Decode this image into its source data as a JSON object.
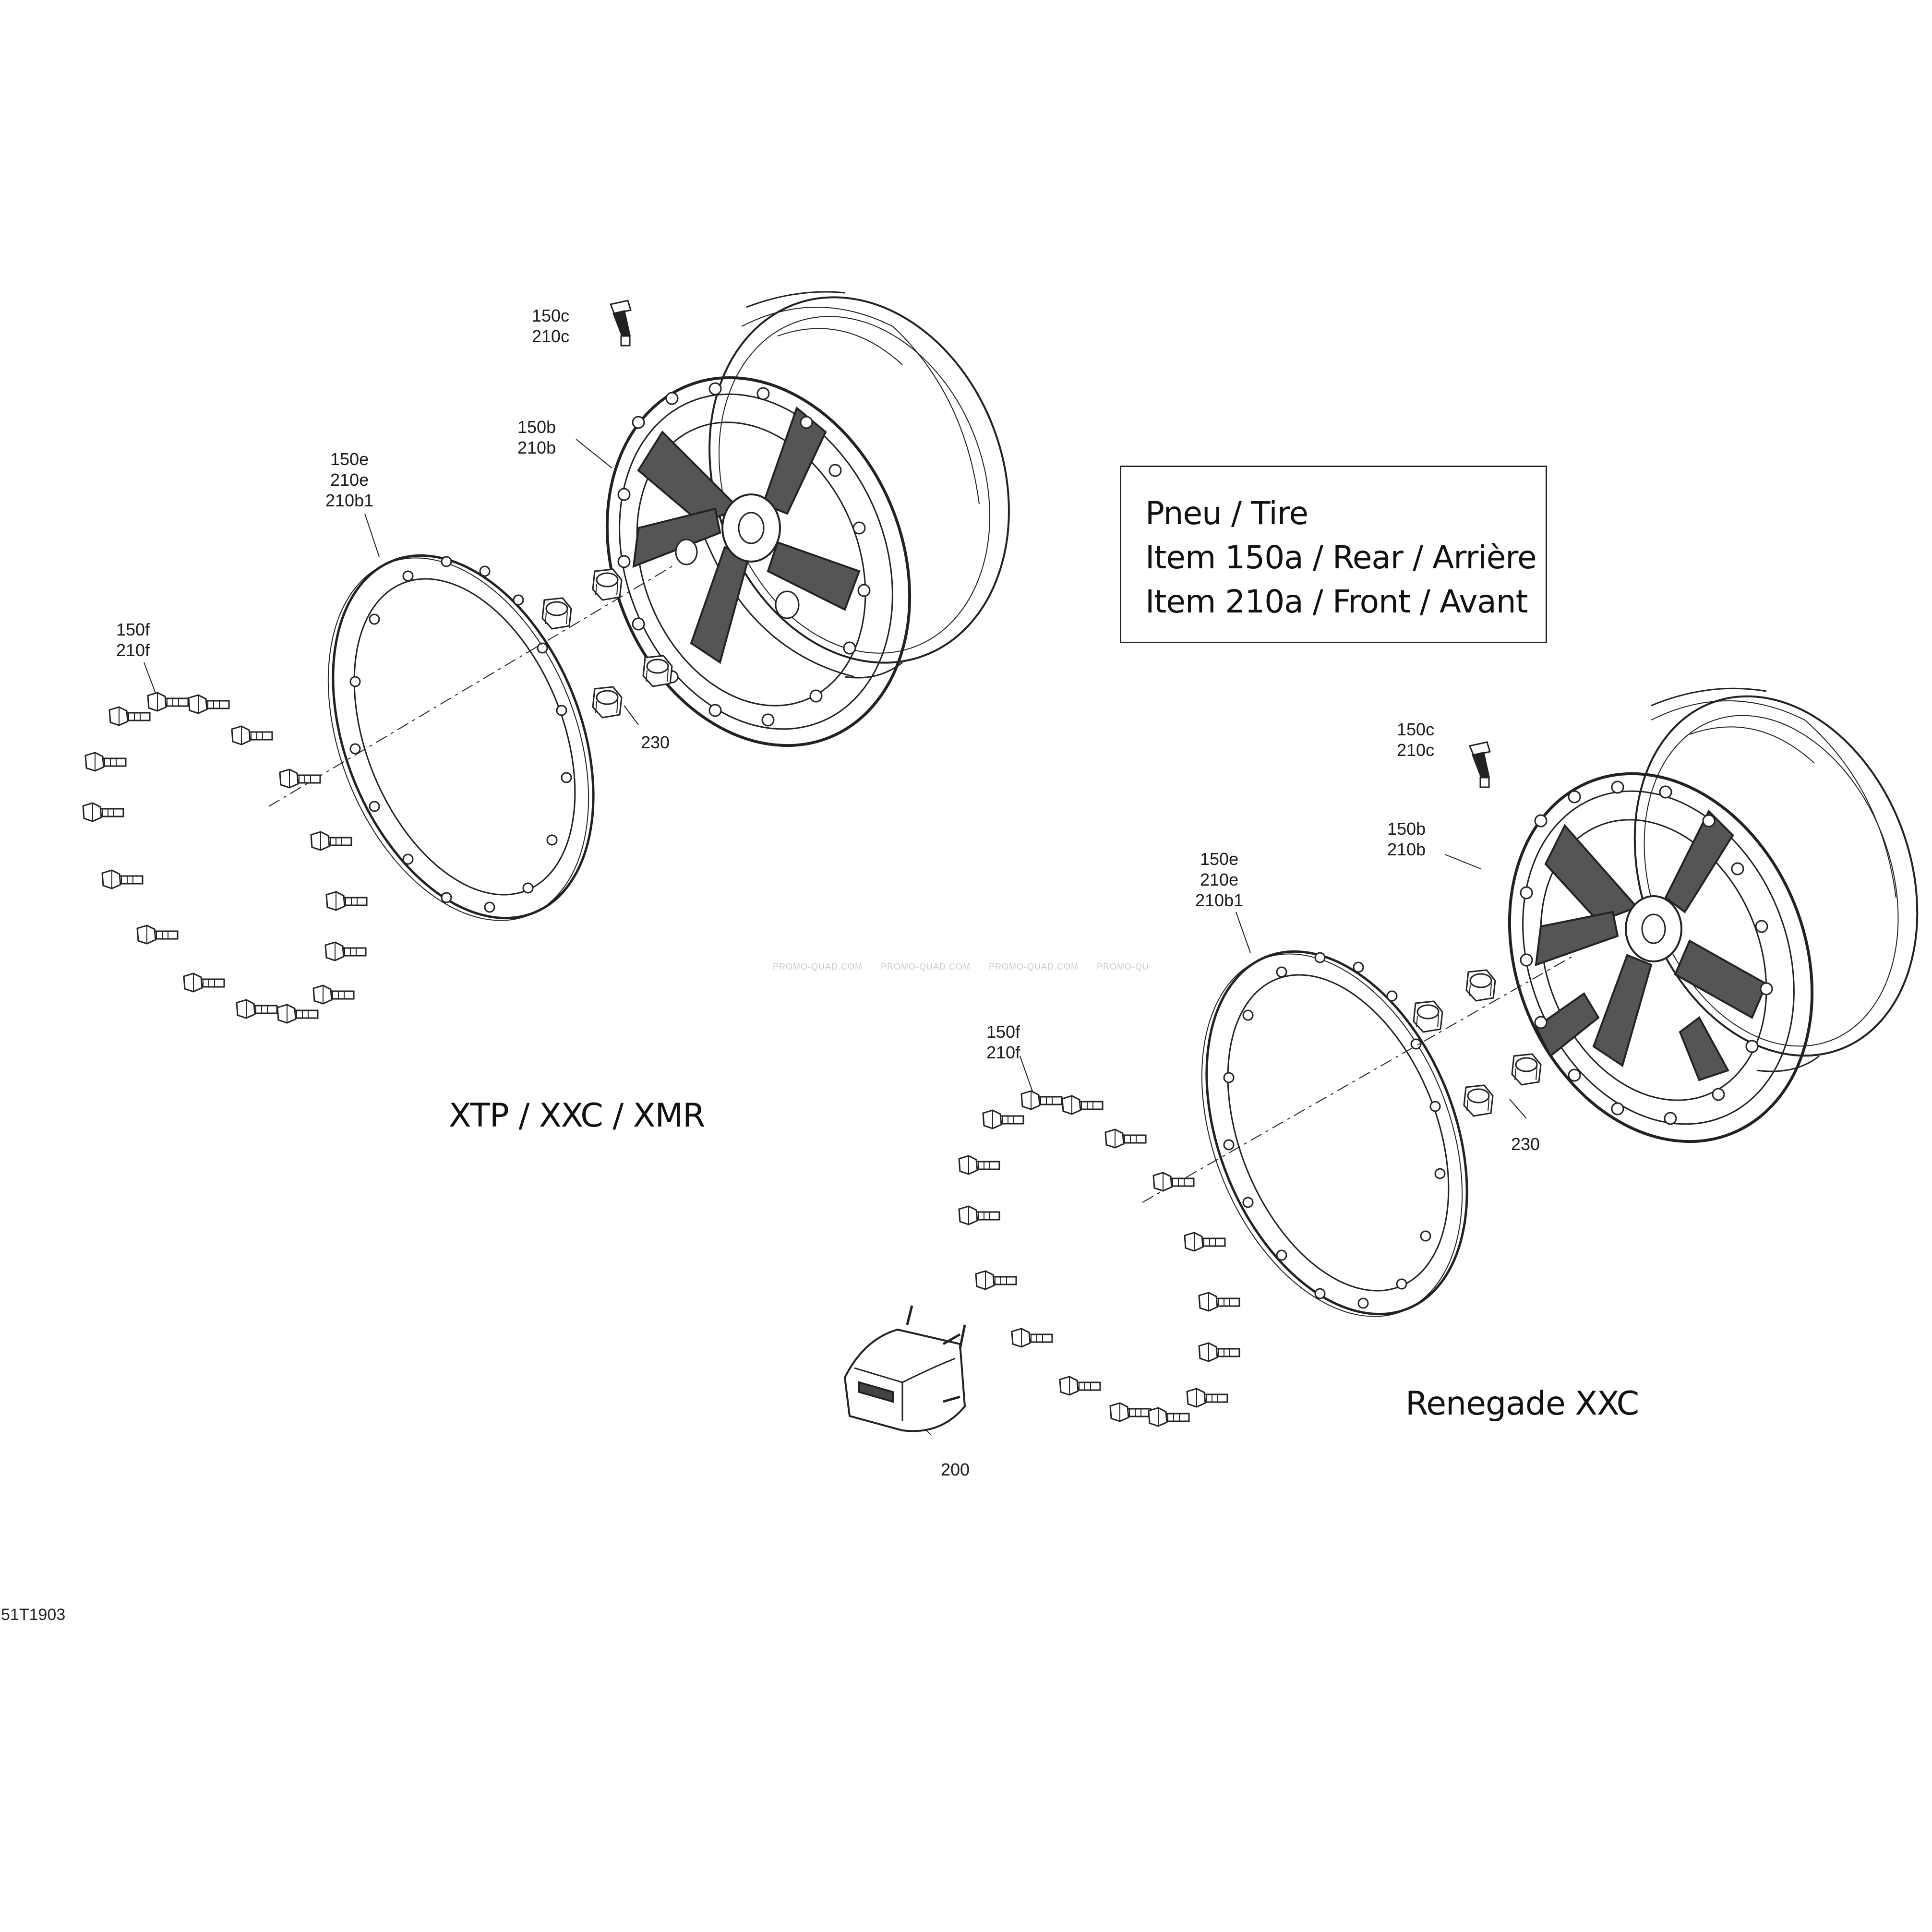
{
  "legend": {
    "line1": "Pneu / Tire",
    "line2": "Item 150a / Rear / Arrière",
    "line3": "Item 210a / Front / Avant"
  },
  "models": {
    "left": "XTP / XXC / XMR",
    "right": "Renegade XXC"
  },
  "callouts": {
    "left_valve": [
      "150c",
      "210c"
    ],
    "left_rim": [
      "150b",
      "210b"
    ],
    "left_ring": [
      "150e",
      "210e",
      "210b1"
    ],
    "left_bolt": [
      "150f",
      "210f"
    ],
    "left_nut": [
      "230"
    ],
    "right_valve": [
      "150c",
      "210c"
    ],
    "right_rim": [
      "150b",
      "210b"
    ],
    "right_ring": [
      "150e",
      "210e",
      "210b1"
    ],
    "right_bolt": [
      "150f",
      "210f"
    ],
    "right_nut": [
      "230"
    ],
    "hub_cap": [
      "200"
    ]
  },
  "diagram_id": "51T1903",
  "watermark": [
    "PROMO-QUAD.COM",
    "PROMO-QUAD.COM",
    "PROMO-QUAD.COM",
    "PROMO-QU"
  ]
}
